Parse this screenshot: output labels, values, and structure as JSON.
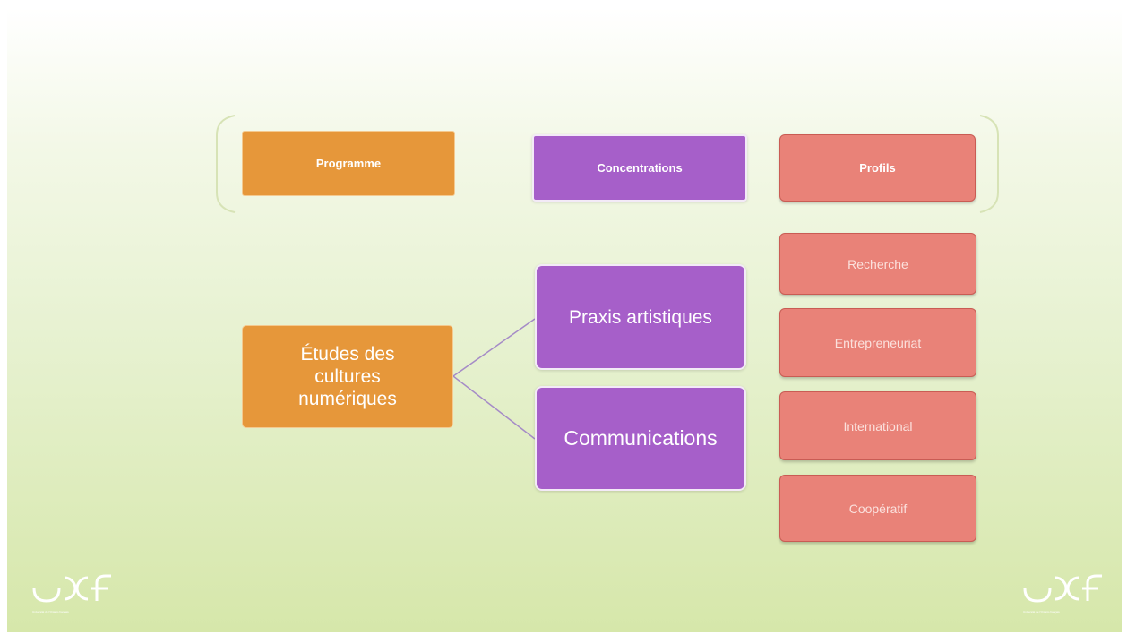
{
  "headers": {
    "programme": "Programme",
    "concentrations": "Concentrations",
    "profils": "Profils"
  },
  "program": {
    "title": "Études des cultures numériques"
  },
  "concentrations": [
    "Praxis artistiques",
    "Communications"
  ],
  "profiles": [
    "Recherche",
    "Entrepreneuriat",
    "International",
    "Coopératif"
  ],
  "logo": {
    "text": "UOF",
    "subtitle": "Université de l'Ontario français"
  },
  "colors": {
    "orange": "#e6973a",
    "purple": "#a65fc9",
    "red": "#e98278",
    "bracket": "#d5e2b4"
  }
}
